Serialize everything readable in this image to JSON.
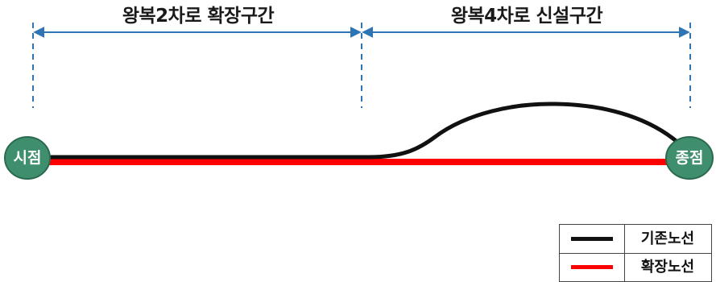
{
  "sections": [
    {
      "title": "왕복2차로 확장구간"
    },
    {
      "title": "왕복4차로 신설구간"
    }
  ],
  "nodes": {
    "start": "시점",
    "end": "종점"
  },
  "legend": [
    {
      "label": "기존노선",
      "color": "#111111"
    },
    {
      "label": "확장노선",
      "color": "#ff0000"
    }
  ],
  "colors": {
    "dim_line": "#2e75b6",
    "node_fill": "#3f8f6e",
    "node_stroke": "#2a6b50",
    "existing_route": "#111111",
    "expansion_route": "#ff0000"
  }
}
